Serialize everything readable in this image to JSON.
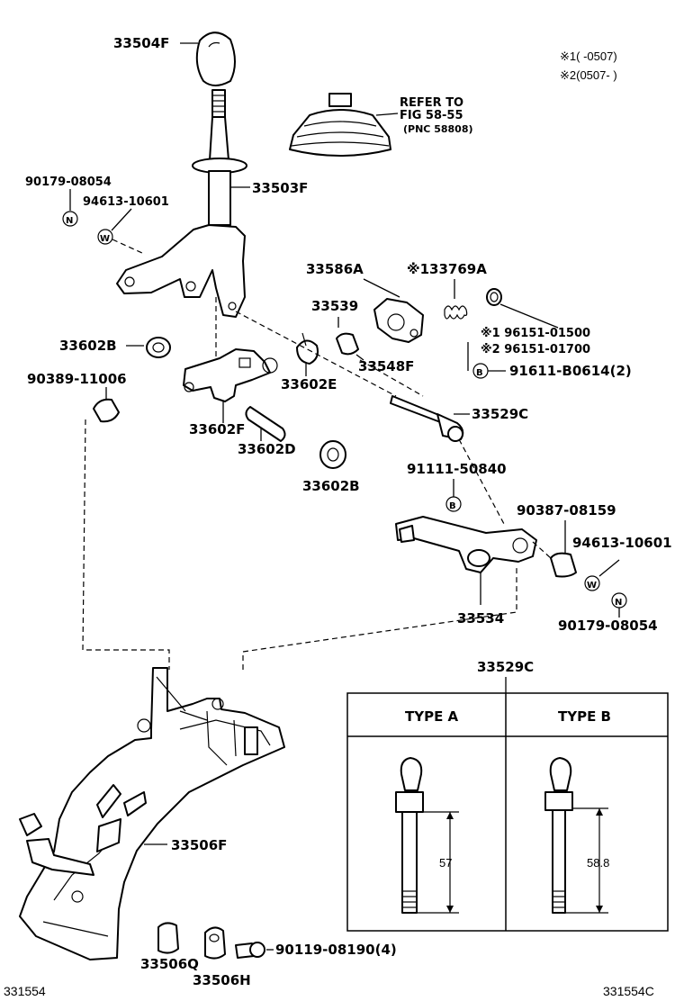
{
  "notes": {
    "n1": "※1(      -0507)",
    "n2": "※2(0507-       )"
  },
  "refer": {
    "line1": "REFER TO",
    "line2": "FIG 58-55",
    "line3": "(PNC 58808)"
  },
  "parts": {
    "p33504F": "33504F",
    "p33503F": "33503F",
    "p90179a": "90179-08054",
    "p94613a": "94613-10601",
    "p33586A": "33586A",
    "p33769A": "※133769A",
    "p33539": "33539",
    "p96151a": "※1 96151-01500",
    "p96151b": "※2 96151-01700",
    "p33602B1": "33602B",
    "p90389": "90389-11006",
    "p33548F": "33548F",
    "p91611": "91611-B0614(2)",
    "p33602E": "33602E",
    "p33602F": "33602F",
    "p33529C": "33529C",
    "p33602D": "33602D",
    "p33602B2": "33602B",
    "p91111": "91111-50840",
    "p90387": "90387-08159",
    "p94613b": "94613-10601",
    "p33534": "33534",
    "p90179b": "90179-08054",
    "p33506F": "33506F",
    "p33506G": "33506Q",
    "p33506H": "33506H",
    "p90119": "90119-08190(4)"
  },
  "markers": {
    "N": "N",
    "W": "W",
    "B": "B"
  },
  "table": {
    "title": "33529C",
    "type_a": "TYPE A",
    "type_b": "TYPE B",
    "dim_a": "57",
    "dim_b": "58.8"
  },
  "footer": {
    "left": "331554",
    "right": "331554C"
  }
}
